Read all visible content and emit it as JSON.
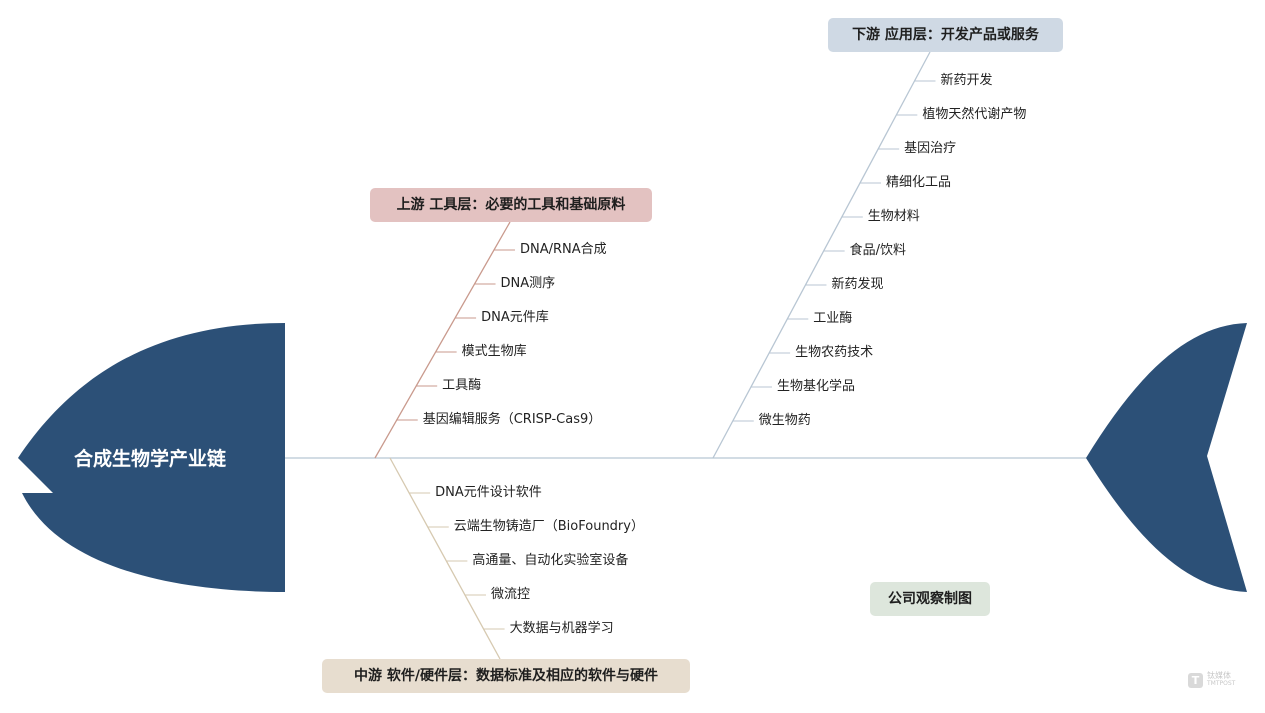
{
  "title": "合成生物学产业链",
  "colors": {
    "fish": "#2c5077",
    "spine": "#b8c6d3",
    "upstream_box": "#e3c2c1",
    "upstream_line": "#c99a8d",
    "downstream_box": "#cfd9e4",
    "downstream_line": "#b8c6d3",
    "midstream_box": "#e7ddcf",
    "midstream_line": "#d6c9b0",
    "company_box": "#dde6dc"
  },
  "upstream": {
    "label": "上游 工具层：必要的工具和基础原料",
    "items": [
      "DNA/RNA合成",
      "DNA测序",
      "DNA元件库",
      "模式生物库",
      "工具酶",
      "基因编辑服务（CRISP-Cas9）"
    ]
  },
  "downstream": {
    "label": "下游 应用层：开发产品或服务",
    "items": [
      "新药开发",
      "植物天然代谢产物",
      "基因治疗",
      "精细化工品",
      "生物材料",
      "食品/饮料",
      "新药发现",
      "工业酶",
      "生物农药技术",
      "生物基化学品",
      "微生物药"
    ]
  },
  "midstream": {
    "label": "中游 软件/硬件层：数据标准及相应的软件与硬件",
    "items": [
      "DNA元件设计软件",
      "云端生物铸造厂（BioFoundry）",
      "高通量、自动化实验室设备",
      "微流控",
      "大数据与机器学习"
    ]
  },
  "company_label": "公司观察制图",
  "watermark": {
    "name": "钛媒体",
    "sub": "TMTPOST"
  }
}
